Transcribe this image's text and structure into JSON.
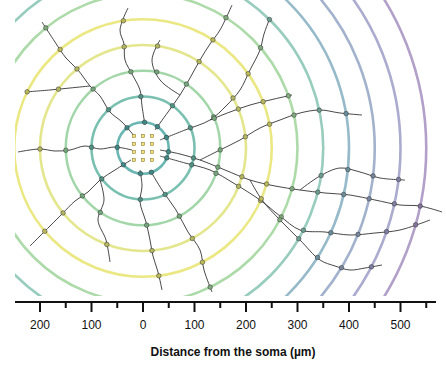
{
  "diagram": {
    "labels": [
      "200",
      "100",
      "0",
      "100",
      "200",
      "300",
      "400",
      "500",
      "Distance from the soma (µm)"
    ]
  }
}
